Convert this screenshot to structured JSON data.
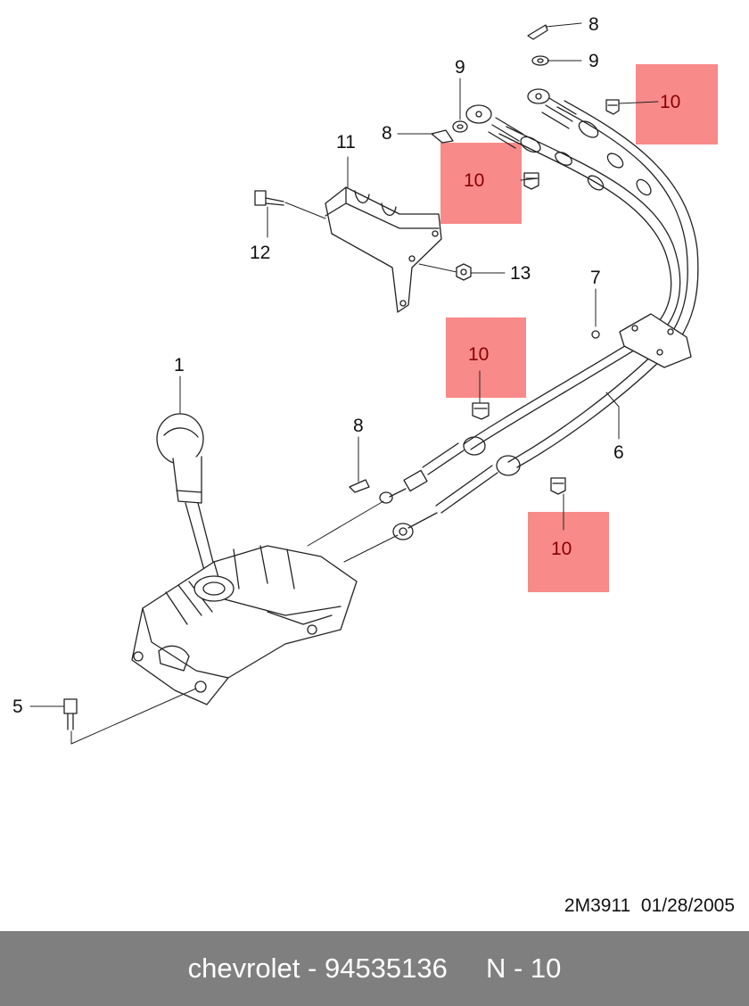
{
  "diagram": {
    "callouts": {
      "p1": "1",
      "p5": "5",
      "p6": "6",
      "p7": "7",
      "p8a": "8",
      "p8b": "8",
      "p8c": "8",
      "p9a": "9",
      "p9b": "9",
      "p11": "11",
      "p12": "12",
      "p13": "13"
    },
    "highlighted_callouts": {
      "h1": "10",
      "h2": "10",
      "h3": "10",
      "h4": "10"
    },
    "highlight_color": "#f88a8a"
  },
  "drawing_code": "2M3911  01/28/2005",
  "footer": {
    "text": "chevrolet - 94535136     N - 10",
    "background": "#7f7f7f"
  }
}
